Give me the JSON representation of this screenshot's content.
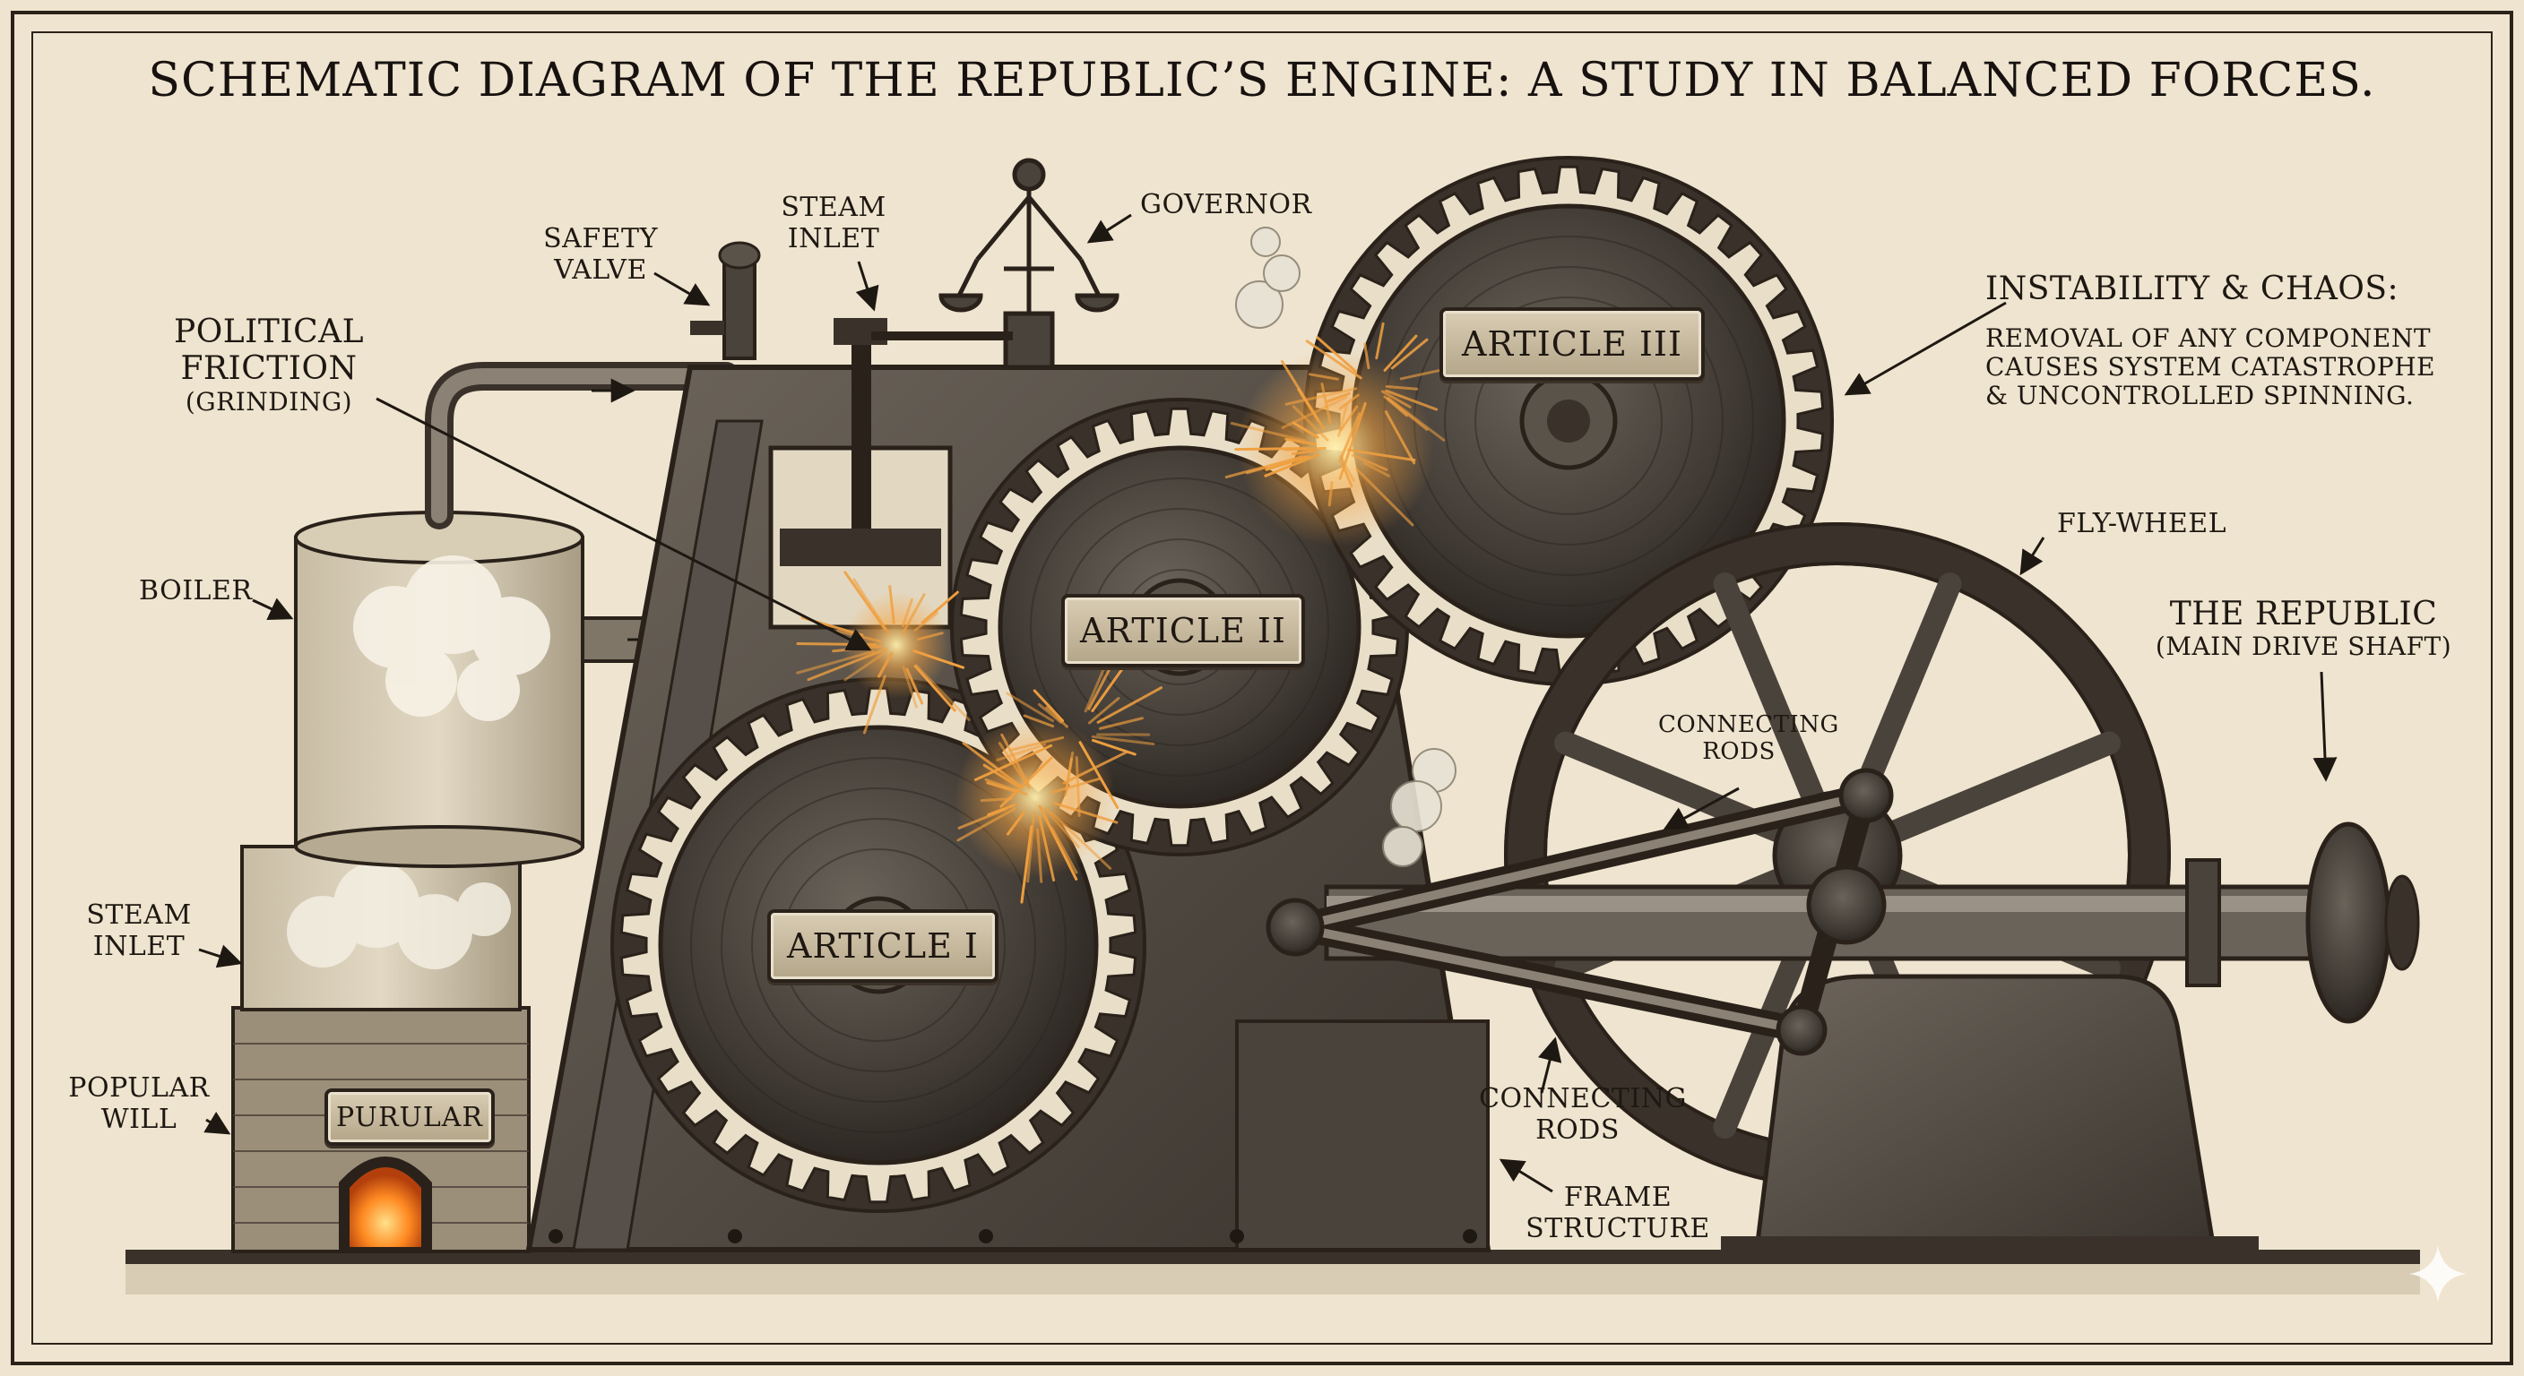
{
  "title": "SCHEMATIC DIAGRAM OF THE REPUBLIC’S ENGINE: A STUDY IN BALANCED FORCES.",
  "labels": {
    "political_friction": [
      "POLITICAL",
      "FRICTION"
    ],
    "political_friction_sub": "(GRINDING)",
    "safety_valve": [
      "SAFETY",
      "VALVE"
    ],
    "steam_inlet_top": [
      "STEAM",
      "INLET"
    ],
    "governor": "GOVERNOR",
    "boiler": "BOILER",
    "steam_inlet_left": [
      "STEAM",
      "INLET"
    ],
    "popular_will": [
      "POPULAR",
      "WILL"
    ],
    "firebox_plate": "PURULAR",
    "instability_title": "INSTABILITY & CHAOS:",
    "instability_body": [
      "REMOVAL OF ANY COMPONENT",
      "CAUSES SYSTEM CATASTROPHE",
      "& UNCONTROLLED SPINNING."
    ],
    "fly_wheel": "FLY-WHEEL",
    "republic_title": "THE REPUBLIC",
    "republic_sub": "(MAIN DRIVE SHAFT)",
    "connecting_rods_upper": [
      "CONNECTING",
      "RODS"
    ],
    "connecting_rods_lower": [
      "CONNECTING",
      "RODS"
    ],
    "frame_structure": [
      "FRAME",
      "STRUCTURE"
    ]
  },
  "gears": {
    "article_1": "ARTICLE I",
    "article_2": "ARTICLE II",
    "article_3": "ARTICLE III"
  },
  "colors": {
    "paper": "#efe4cf",
    "ink": "#1e1812",
    "iron": "#4a433b",
    "iron_dark": "#2a2520",
    "spark": "#f0a040",
    "fire": "#ff7a1a"
  }
}
